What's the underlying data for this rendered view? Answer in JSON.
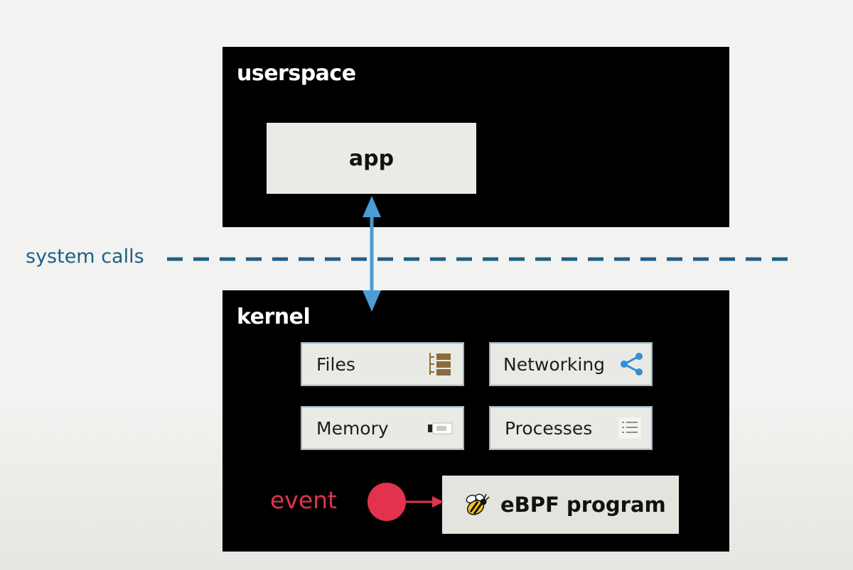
{
  "userspace": {
    "title": "userspace",
    "app_label": "app"
  },
  "system_calls": {
    "label": "system calls"
  },
  "kernel": {
    "title": "kernel",
    "components": [
      {
        "label": "Files",
        "icon": "file-tree-icon"
      },
      {
        "label": "Networking",
        "icon": "share-icon"
      },
      {
        "label": "Memory",
        "icon": "memory-chip-icon"
      },
      {
        "label": "Processes",
        "icon": "process-list-icon"
      }
    ],
    "event_label": "event",
    "ebpf_label": "eBPF program",
    "ebpf_icon": "bee-icon"
  },
  "colors": {
    "panel": "#000000",
    "box": "#ebebe6",
    "syscall_line": "#1d5f86",
    "arrow": "#4b9bd6",
    "event": "#e2324d",
    "files_icon": "#8a6d3b",
    "networking_icon": "#2f8fd8"
  }
}
